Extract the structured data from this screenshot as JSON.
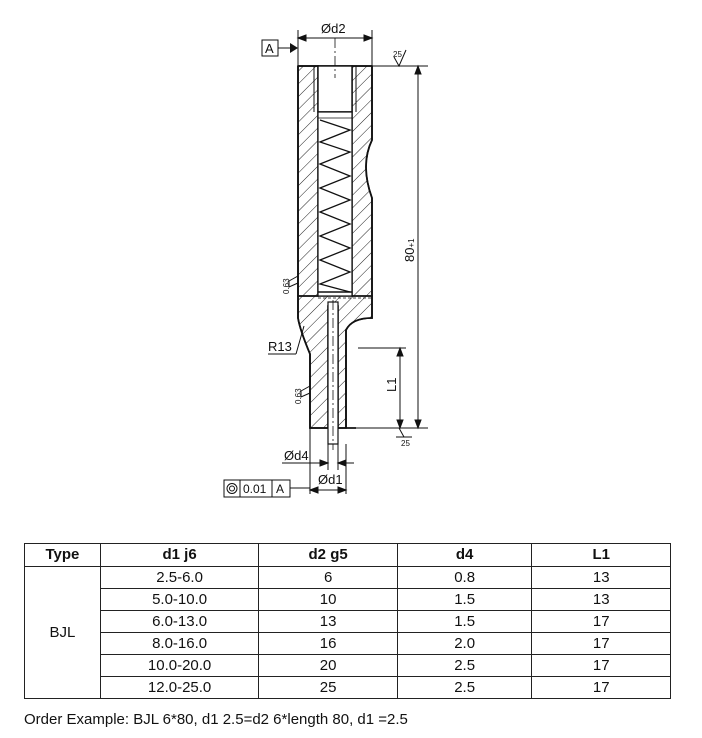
{
  "drawing": {
    "datum_label": "A",
    "dim_d2": "Ød2",
    "dim_d4": "Ød4",
    "dim_d1": "Ød1",
    "dim_length": "80",
    "dim_length_tol": "+1",
    "dim_L1": "L1",
    "radius_label": "R13",
    "roughness_top": "25",
    "roughness_bottom": "25",
    "roughness_side_upper": "0.63",
    "roughness_side_lower": "0.63",
    "tolerance_value": "0.01",
    "tolerance_datum": "A"
  },
  "table": {
    "headers": [
      "Type",
      "d1 j6",
      "d2 g5",
      "d4",
      "L1"
    ],
    "type_value": "BJL",
    "rows": [
      [
        "2.5-6.0",
        "6",
        "0.8",
        "13"
      ],
      [
        "5.0-10.0",
        "10",
        "1.5",
        "13"
      ],
      [
        "6.0-13.0",
        "13",
        "1.5",
        "17"
      ],
      [
        "8.0-16.0",
        "16",
        "2.0",
        "17"
      ],
      [
        "10.0-20.0",
        "20",
        "2.5",
        "17"
      ],
      [
        "12.0-25.0",
        "25",
        "2.5",
        "17"
      ]
    ]
  },
  "order_example": "Order Example: BJL 6*80, d1 2.5=d2 6*length 80, d1 =2.5"
}
